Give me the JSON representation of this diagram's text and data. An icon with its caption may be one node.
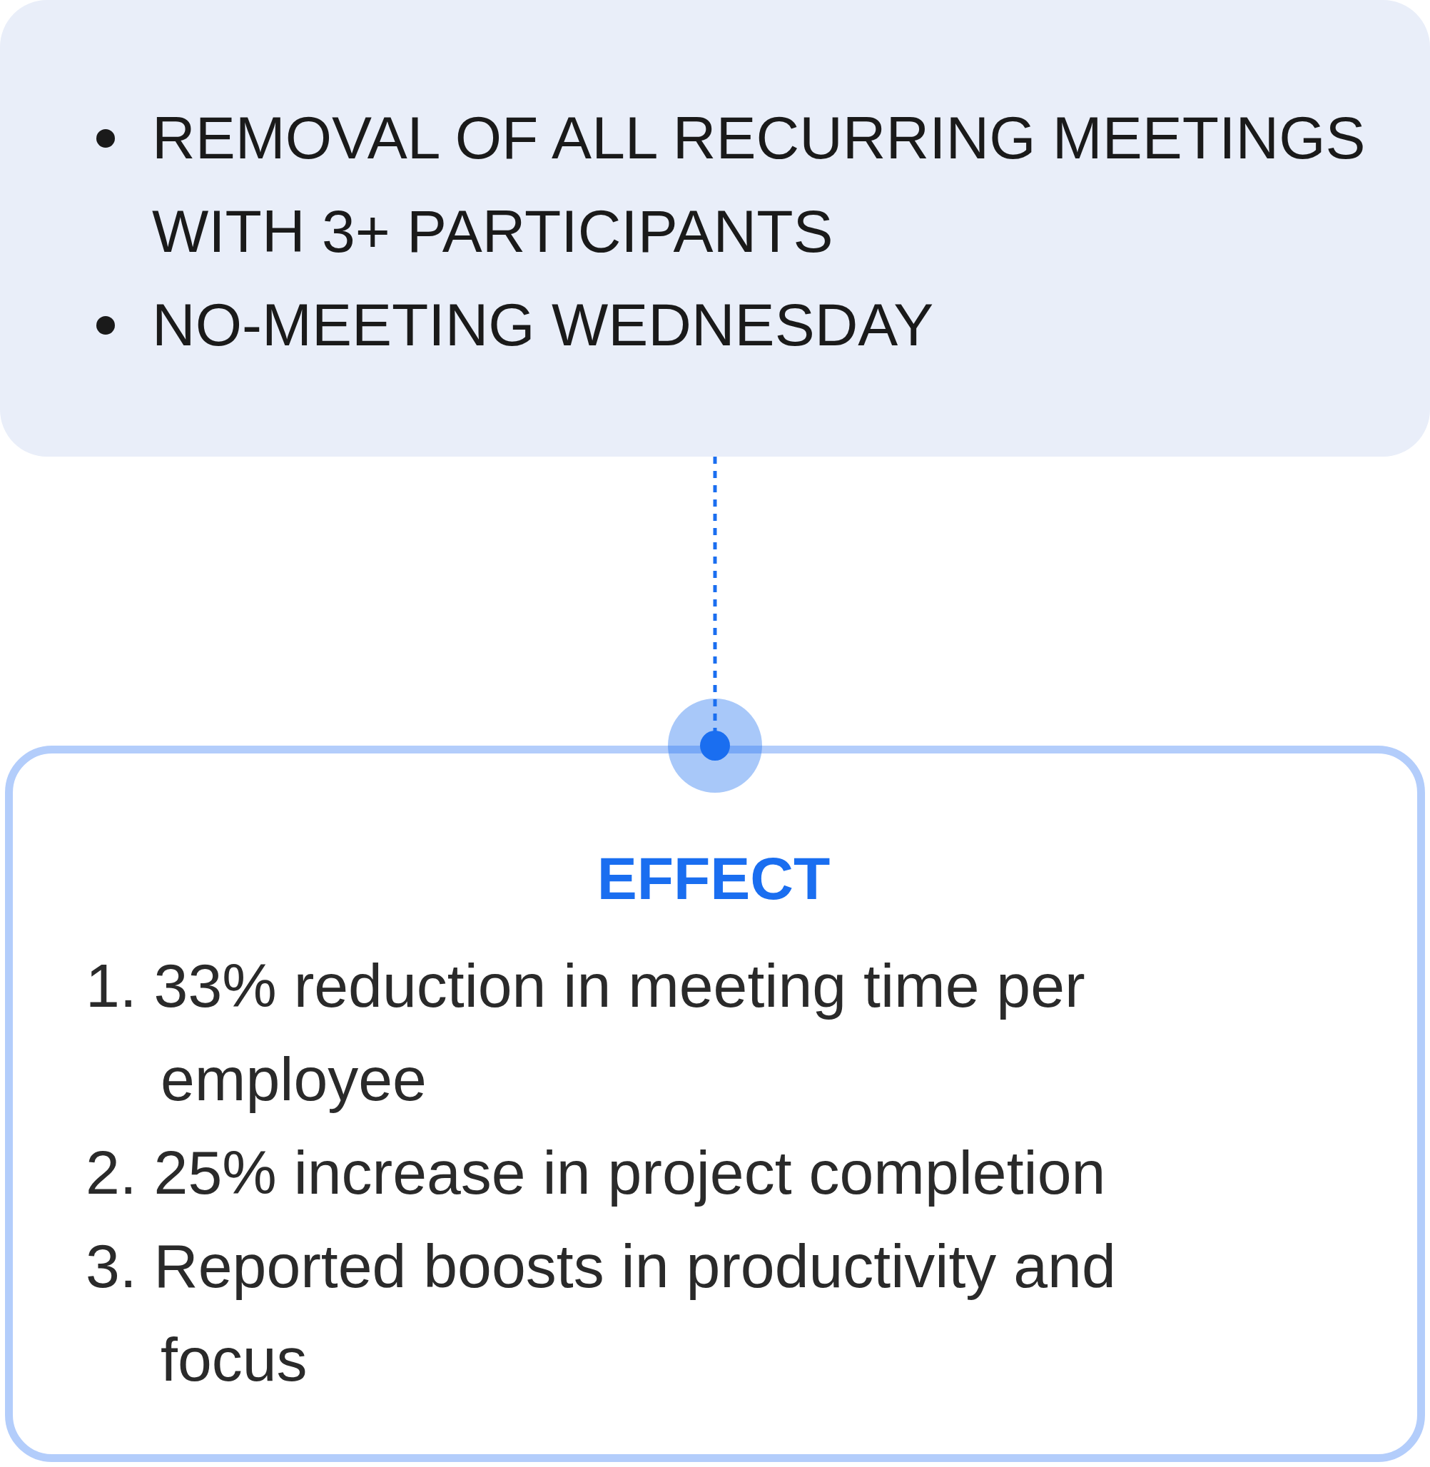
{
  "diagram": {
    "nodes": [
      {
        "text": [
          "REMOVAL OF ALL RECURRING MEETINGS WITH 3+ PARTICIPANTS",
          "NO-MEETING WEDNESDAY"
        ]
      },
      {
        "text": [
          "EFFECT",
          "1. 33% reduction in meeting time per employee",
          "2. 25% increase in project completion",
          "3. Reported boosts in productivity and focus"
        ]
      }
    ],
    "edges": [
      {
        "from": 0,
        "to": 1,
        "arrow": "other",
        "style": "dashed"
      }
    ]
  }
}
